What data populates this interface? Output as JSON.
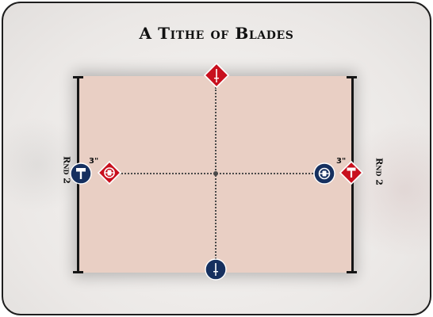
{
  "title": "A Tithe of Blades",
  "left_side": {
    "round_label": "Rnd 2",
    "distance_label": "3\"",
    "blue_marker_icon": "hammer-icon",
    "red_marker_icon": "shield-objective-icon"
  },
  "right_side": {
    "round_label": "Rnd 2",
    "distance_label": "3\"",
    "blue_marker_icon": "shield-objective-icon",
    "red_marker_icon": "hammer-icon"
  },
  "top_marker": {
    "color": "red",
    "icon": "sword-icon"
  },
  "bottom_marker": {
    "color": "blue",
    "icon": "sword-icon"
  },
  "colors": {
    "red_marker": "#c8101e",
    "blue_marker": "#16305f",
    "field": "#e9cfc4"
  }
}
